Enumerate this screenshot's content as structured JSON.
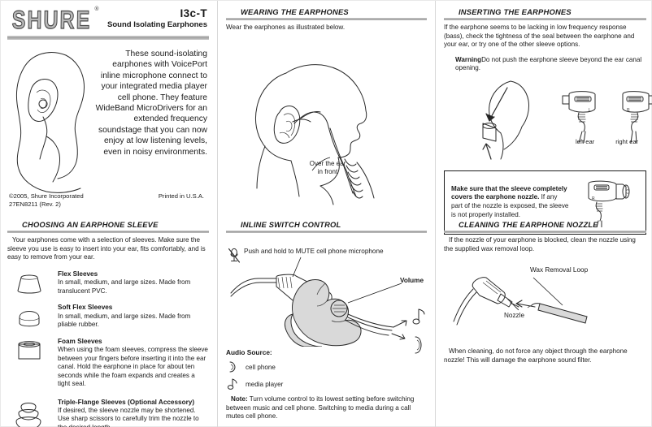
{
  "header": {
    "logo_text": "SHURE",
    "logo_registered": "®",
    "model": "I3c-T",
    "model_subtitle": "Sound Isolating Earphones"
  },
  "intro": {
    "paragraph": "These sound-isolating earphones with VoicePort inline microphone connect to your integrated media player cell phone. They feature WideBand MicroDrivers for an extended frequency soundstage that you can now enjoy at low listening levels, even in noisy environments."
  },
  "footer": {
    "copyright": "©2005, Shure Incorporated\n27EN8211 (Rev. 2)",
    "printed": "Printed in U.S.A."
  },
  "sections": {
    "choosing_sleeve": {
      "title": "CHOOSING AN EARPHONE SLEEVE",
      "intro": "Your earphones come with a selection of sleeves. Make sure the sleeve you use is easy to insert into your ear, fits comfortably, and is easy to remove from your ear.",
      "sleeves": [
        {
          "icon": "flex-sleeve-icon",
          "name": "Flex Sleeves",
          "description": "In small, medium, and large sizes. Made from translucent PVC."
        },
        {
          "icon": "soft-flex-sleeve-icon",
          "name": "Soft Flex Sleeves",
          "description": "In small, medium, and large sizes. Made from pliable rubber."
        },
        {
          "icon": "foam-sleeve-icon",
          "name": "Foam Sleeves",
          "description": "When using the foam sleeves, compress the sleeve between your fingers before inserting it into the ear canal. Hold the earphone in place for about ten seconds while the foam expands and creates a tight seal."
        },
        {
          "icon": "triple-flange-sleeve-icon",
          "name": "Triple-Flange Sleeves (Optional Accessory)",
          "description": "If desired, the sleeve nozzle may be shortened. Use sharp scissors to carefully trim the nozzle to the desired length."
        }
      ]
    },
    "wearing": {
      "title": "WEARING THE EARPHONES",
      "intro": "Wear the earphones as illustrated below.",
      "figure_caption_line1": "Over the ear",
      "figure_caption_line2": "in front"
    },
    "inline_switch": {
      "title": "INLINE SWITCH CONTROL",
      "mute_callout": "Push and hold to MUTE cell phone microphone",
      "volume_callout": "Volume",
      "audio_source_title": "Audio Source:",
      "sources": [
        {
          "glyph": "☏",
          "icon": "phone-icon",
          "label": "cell phone"
        },
        {
          "glyph": "♪",
          "icon": "music-note-icon",
          "label": "media player"
        }
      ],
      "note_label": "Note:",
      "note_text": " Turn volume control to its lowest setting before switching between music and cell phone.  Switching to media during a call mutes cell phone."
    },
    "inserting": {
      "title": "INSERTING THE EARPHONES",
      "intro": "If the earphone seems to be lacking in low frequency response (bass), check the tightness of the seal between the earphone and your ear, or try one of the other sleeve options.",
      "warning_label": "Warning",
      "warning_text": "Do not push the earphone sleeve beyond the ear canal opening.",
      "left_ear_label": "left ear",
      "right_ear_label": "right ear",
      "left_marker": "L",
      "right_marker": "R",
      "callout_bold": "Make sure that the sleeve completely covers the earphone nozzle.",
      "callout_rest": "  If any part of the nozzle is exposed, the sleeve is not properly installed."
    },
    "cleaning": {
      "title": "CLEANING THE EARPHONE NOZZLE",
      "intro": "If the nozzle of your earphone is blocked, clean the nozzle using the supplied wax removal loop.",
      "label_loop": "Wax Removal Loop",
      "label_nozzle": "Nozzle",
      "warning": "When cleaning, do not force any object through the earphone nozzle! This will damage the earphone sound filter."
    }
  },
  "colors": {
    "rule": "#9a9a9a",
    "ink": "#1a1a1a",
    "shade": "#d9d9d9"
  }
}
